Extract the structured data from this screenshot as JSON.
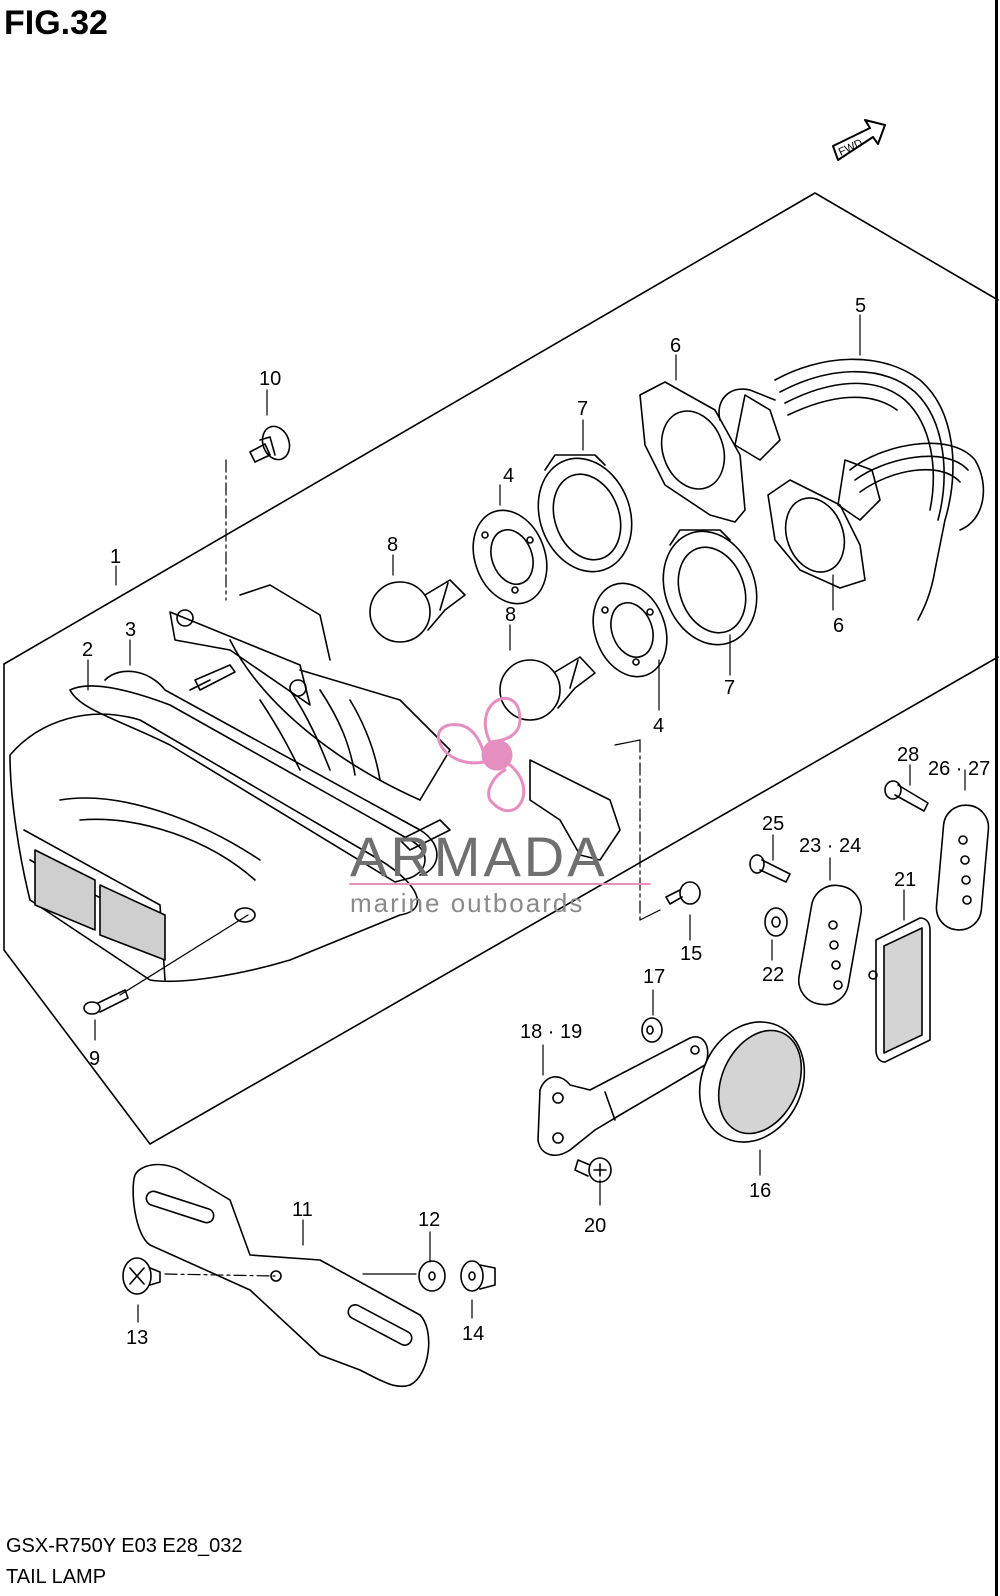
{
  "figure": {
    "title": "FIG.32",
    "model_code": "GSX-R750Y E03 E28_032",
    "part_name": "TAIL LAMP",
    "direction_badge": "FWD"
  },
  "callouts": [
    "1",
    "2",
    "3",
    "4",
    "4",
    "5",
    "6",
    "6",
    "7",
    "7",
    "8",
    "8",
    "9",
    "10",
    "11",
    "12",
    "13",
    "14",
    "15",
    "16",
    "17",
    "18 · 19",
    "20",
    "21",
    "22",
    "23 · 24",
    "25",
    "26 · 27",
    "28"
  ],
  "watermark": {
    "brand": "ARMADA",
    "tagline": "marine outboards",
    "logo_color": "#e58fc1",
    "text_color": "#6f6f6f"
  },
  "colors": {
    "line": "#000000",
    "background": "#ffffff"
  }
}
